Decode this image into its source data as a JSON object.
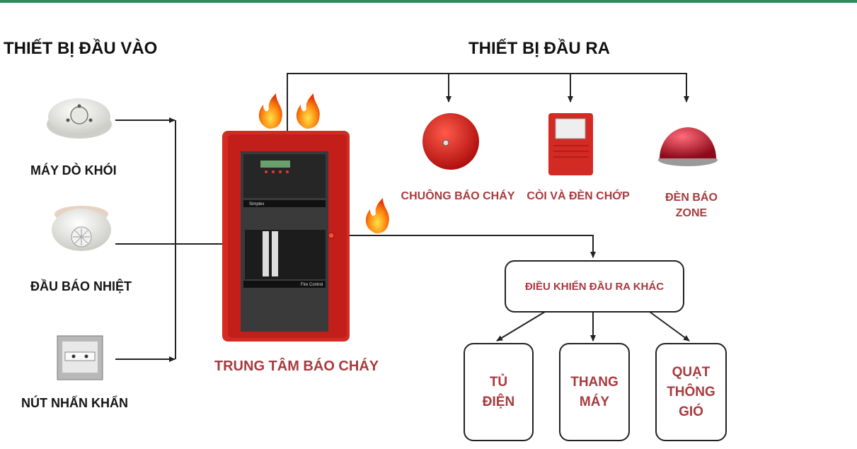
{
  "headings": {
    "input": "THIẾT BỊ ĐẦU VÀO",
    "output": "THIẾT BỊ ĐẦU RA"
  },
  "inputs": [
    {
      "label": "MÁY DÒ KHÓI",
      "icon": "smoke-detector-icon"
    },
    {
      "label": "ĐẦU BÁO NHIỆT",
      "icon": "heat-detector-icon"
    },
    {
      "label": "NÚT NHẤN KHẨN",
      "icon": "manual-call-point-icon"
    }
  ],
  "panel": {
    "label": "TRUNG TÂM BÁO CHÁY",
    "brand": "Simplex",
    "caption": "Fire Control"
  },
  "outputs": [
    {
      "label": "CHUÔNG BÁO CHÁY",
      "icon": "fire-bell-icon"
    },
    {
      "label": "CÒI VÀ ĐÈN CHỚP",
      "icon": "horn-strobe-icon"
    },
    {
      "label_line1": "ĐÈN BÁO",
      "label_line2": "ZONE",
      "icon": "zone-light-icon"
    }
  ],
  "other_control": {
    "label": "ĐIỀU KHIỂN ĐẦU RA KHÁC"
  },
  "controlled": [
    {
      "line1": "TỦ",
      "line2": "ĐIỆN"
    },
    {
      "line1": "THANG",
      "line2": "MÁY"
    },
    {
      "line1": "QUẠT",
      "line2": "THÔNG",
      "line3": "GIÓ"
    }
  ],
  "colors": {
    "accent_bar": "#2e8b5e",
    "label_red": "#a83a3e",
    "panel_red": "#d42a24"
  }
}
